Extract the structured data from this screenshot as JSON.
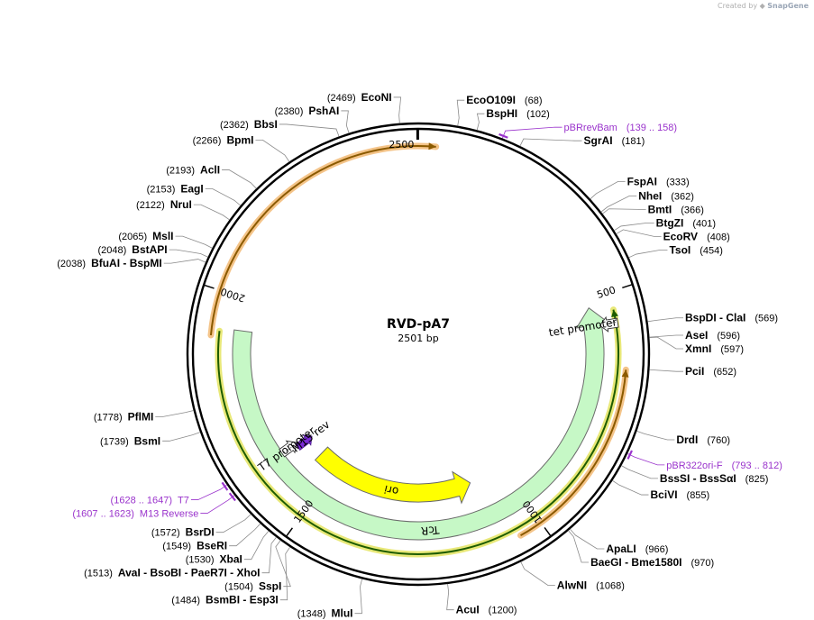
{
  "watermark": {
    "prefix": "Created by",
    "brand": "SnapGene"
  },
  "plasmid": {
    "name": "RVD-pA7",
    "length_label": "2501 bp",
    "length": 2501
  },
  "ticks": [
    {
      "bp": 500,
      "label": "500"
    },
    {
      "bp": 1000,
      "label": "1000"
    },
    {
      "bp": 1500,
      "label": "1500"
    },
    {
      "bp": 2000,
      "label": "2000"
    },
    {
      "bp": 2500,
      "label": "2500"
    }
  ],
  "features": [
    {
      "name": "TcR",
      "start": 520,
      "end": 1928,
      "direction": "reverse",
      "color": "#c6f8c6",
      "stroke": "#6a6a6a"
    },
    {
      "name": "ori",
      "start": 1098,
      "end": 1558,
      "direction": "reverse",
      "color": "#ffff00",
      "stroke": "#6a6a6a"
    }
  ],
  "arcs": [
    {
      "start": 1912,
      "end": 2535,
      "direction": "forward",
      "color": "#8b5a00",
      "glow": "#f4c489",
      "radius": 231
    },
    {
      "start": 536,
      "end": 1922,
      "direction": "reverse",
      "color": "#1e5c00",
      "glow": "#e8e878",
      "radius": 222
    },
    {
      "start": 655,
      "end": 1046,
      "direction": "reverse",
      "color": "#8b5a00",
      "glow": "#f4c489",
      "radius": 231
    }
  ],
  "feature_labels": [
    {
      "text": "tet promoter",
      "bp": 562,
      "radius": 185
    },
    {
      "text": "T7 promoter",
      "bp": 1626,
      "radius": 180
    },
    {
      "text": "M13 rev",
      "bp": 1614,
      "radius": 150
    }
  ],
  "markers": [
    {
      "name": "tet-promoter-arrow",
      "bp": 563,
      "radius": 215
    },
    {
      "name": "t7-promoter-arrow",
      "bp": 1626,
      "radius": 178
    },
    {
      "name": "m13-rev-arrow",
      "bp": 1614,
      "radius": 160
    }
  ],
  "sites_right": [
    {
      "enzyme": "EcoO109I",
      "position": "(68)",
      "bp": 68
    },
    {
      "enzyme": "BspHI",
      "position": "(102)",
      "bp": 102
    },
    {
      "enzyme": "pBRrevBam",
      "position": "(139 .. 158)",
      "bp": 148,
      "primer": true
    },
    {
      "enzyme": "SgrAI",
      "position": "(181)",
      "bp": 181
    },
    {
      "enzyme": "FspAI",
      "position": "(333)",
      "bp": 333
    },
    {
      "enzyme": "NheI",
      "position": "(362)",
      "bp": 362
    },
    {
      "enzyme": "BmtI",
      "position": "(366)",
      "bp": 366
    },
    {
      "enzyme": "BtgZI",
      "position": "(401)",
      "bp": 401
    },
    {
      "enzyme": "EcoRV",
      "position": "(408)",
      "bp": 408
    },
    {
      "enzyme": "TsoI",
      "position": "(454)",
      "bp": 454
    },
    {
      "enzyme": "BspDI - ClaI",
      "position": "(569)",
      "bp": 569
    },
    {
      "enzyme": "AseI",
      "position": "(596)",
      "bp": 596
    },
    {
      "enzyme": "XmnI",
      "position": "(597)",
      "bp": 597
    },
    {
      "enzyme": "PciI",
      "position": "(652)",
      "bp": 652
    },
    {
      "enzyme": "DrdI",
      "position": "(760)",
      "bp": 760
    },
    {
      "enzyme": "pBR322ori-F",
      "position": "(793 .. 812)",
      "bp": 802,
      "primer": true
    },
    {
      "enzyme": "BssSI - BssSαI",
      "position": "(825)",
      "bp": 825
    },
    {
      "enzyme": "BciVI",
      "position": "(855)",
      "bp": 855
    },
    {
      "enzyme": "ApaLI",
      "position": "(966)",
      "bp": 966
    },
    {
      "enzyme": "BaeGI - Bme1580I",
      "position": "(970)",
      "bp": 970
    },
    {
      "enzyme": "AlwNI",
      "position": "(1068)",
      "bp": 1068
    },
    {
      "enzyme": "AcuI",
      "position": "(1200)",
      "bp": 1200
    }
  ],
  "sites_left": [
    {
      "enzyme": "EcoNI",
      "position": "(2469)",
      "bp": 2469
    },
    {
      "enzyme": "PshAI",
      "position": "(2380)",
      "bp": 2380
    },
    {
      "enzyme": "BbsI",
      "position": "(2362)",
      "bp": 2362
    },
    {
      "enzyme": "BpmI",
      "position": "(2266)",
      "bp": 2266
    },
    {
      "enzyme": "AclI",
      "position": "(2193)",
      "bp": 2193
    },
    {
      "enzyme": "EagI",
      "position": "(2153)",
      "bp": 2153
    },
    {
      "enzyme": "NruI",
      "position": "(2122)",
      "bp": 2122
    },
    {
      "enzyme": "MslI",
      "position": "(2065)",
      "bp": 2065
    },
    {
      "enzyme": "BstAPI",
      "position": "(2048)",
      "bp": 2048
    },
    {
      "enzyme": "BfuAI - BspMI",
      "position": "(2038)",
      "bp": 2038
    },
    {
      "enzyme": "PflMI",
      "position": "(1778)",
      "bp": 1778
    },
    {
      "enzyme": "BsmI",
      "position": "(1739)",
      "bp": 1739
    },
    {
      "enzyme": "T7",
      "position": "(1628 .. 1647)",
      "bp": 1637,
      "primer": true
    },
    {
      "enzyme": "M13 Reverse",
      "position": "(1607 .. 1623)",
      "bp": 1615,
      "primer": true
    },
    {
      "enzyme": "BsrDI",
      "position": "(1572)",
      "bp": 1572
    },
    {
      "enzyme": "BseRI",
      "position": "(1549)",
      "bp": 1549
    },
    {
      "enzyme": "XbaI",
      "position": "(1530)",
      "bp": 1530
    },
    {
      "enzyme": "AvaI - BsoBI - PaeR7I - XhoI",
      "position": "(1513)",
      "bp": 1513
    },
    {
      "enzyme": "SspI",
      "position": "(1504)",
      "bp": 1504
    },
    {
      "enzyme": "BsmBI - Esp3I",
      "position": "(1484)",
      "bp": 1484
    },
    {
      "enzyme": "MluI",
      "position": "(1348)",
      "bp": 1348
    }
  ],
  "colors": {
    "backbone": "#000000",
    "primer": "#9a33cc",
    "leader": "#8a8a8a"
  }
}
